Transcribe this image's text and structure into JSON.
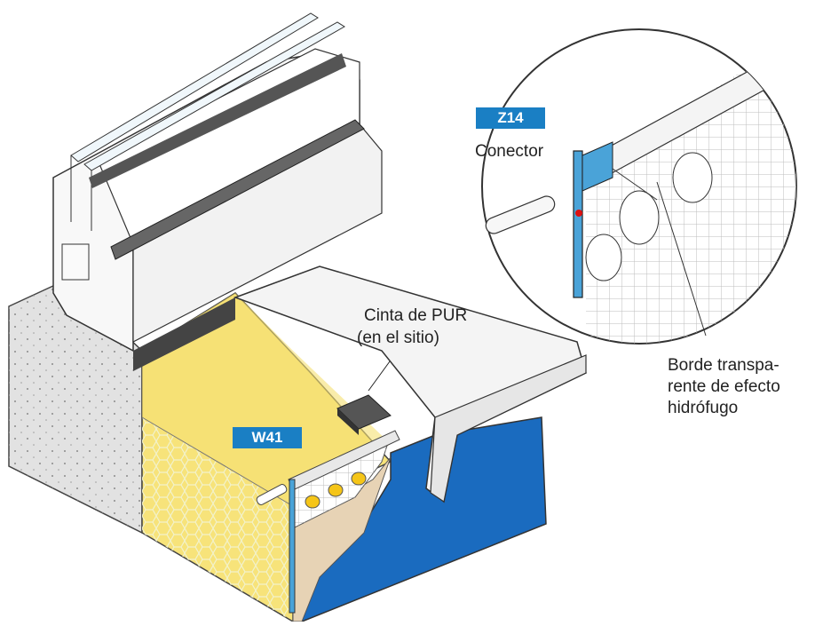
{
  "labels": {
    "badge_w41": "W41",
    "badge_z14": "Z14",
    "conector": "Conector",
    "cinta_line1": "Cinta de PUR",
    "cinta_line2": "(en el sitio)",
    "borde_line1": "Borde transpa-",
    "borde_line2": "rente de efecto",
    "borde_line3": "hidrófugo"
  },
  "colors": {
    "badge_blue": "#1a7fc4",
    "insulation_yellow": "#f7e37a",
    "render_blue": "#1a6bbf",
    "concrete_grey": "#e0e0e0",
    "sill_white": "#f7f7f7"
  }
}
